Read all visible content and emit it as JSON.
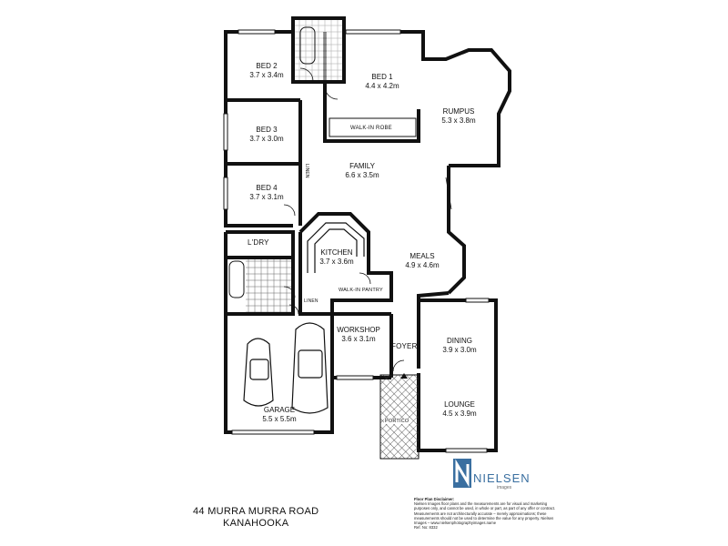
{
  "rooms": [
    {
      "key": "bed2",
      "name": "BED 2",
      "size": "3.7 x 3.4m"
    },
    {
      "key": "bed1",
      "name": "BED 1",
      "size": "4.4 x 4.2m"
    },
    {
      "key": "bed3",
      "name": "BED 3",
      "size": "3.7 x 3.0m"
    },
    {
      "key": "bed4",
      "name": "BED 4",
      "size": "3.7 x 3.1m"
    },
    {
      "key": "rumpus",
      "name": "RUMPUS",
      "size": "5.3 x 3.8m"
    },
    {
      "key": "family",
      "name": "FAMILY",
      "size": "6.6 x 3.5m"
    },
    {
      "key": "kitchen",
      "name": "KITCHEN",
      "size": "3.7 x 3.6m"
    },
    {
      "key": "meals",
      "name": "MEALS",
      "size": "4.9 x 4.6m"
    },
    {
      "key": "workshop",
      "name": "WORKSHOP",
      "size": "3.6 x 3.1m"
    },
    {
      "key": "dining",
      "name": "DINING",
      "size": "3.9 x 3.0m"
    },
    {
      "key": "lounge",
      "name": "LOUNGE",
      "size": "4.5 x 3.9m"
    },
    {
      "key": "garage",
      "name": "GARAGE",
      "size": "5.5 x 5.5m"
    }
  ],
  "labels": {
    "walk_in_robe": "WALK-IN ROBE",
    "linen_1": "LINEN",
    "linen_2": "LINEN",
    "ldry": "L'DRY",
    "walk_in_pantry": "WALK-IN PANTRY",
    "foyer": "FOYER",
    "portico": "PORTICO"
  },
  "address": {
    "line1": "44 MURRA MURRA ROAD",
    "line2": "KANAHOOKA"
  },
  "logo": {
    "brand": "NIELSEN",
    "sub": "images"
  },
  "disclaimer": {
    "heading": "Floor Plan Disclaimer:",
    "body": "Nielsen Images floor plans and the measurements are for visual and marketing purposes only, and cannot be used, in whole or part, as part of any offer or contract. Measurements are not architecturally accurate – merely approximations; these measurements should not be used to determine the value for any property. Nielsen Images – www.nielsenphotographyimages.name",
    "ref": "Ref. No: 8332"
  },
  "colors": {
    "wall": "#111111",
    "tile": "#555555",
    "accent": "#3a6fa0"
  }
}
